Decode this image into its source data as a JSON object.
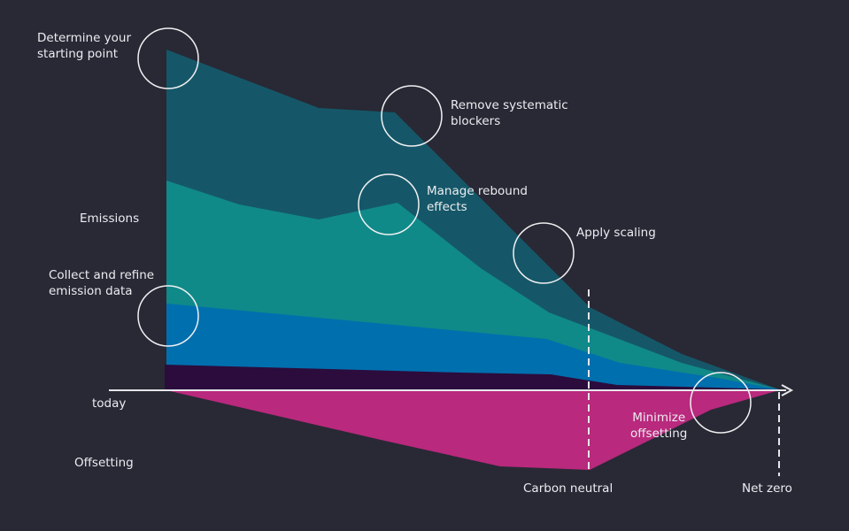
{
  "labels": {
    "start": "Determine your\nstarting point",
    "blockers": "Remove systematic\nblockers",
    "rebound": "Manage rebound\neffects",
    "scaling": "Apply scaling",
    "emissions": "Emissions",
    "collect": "Collect and refine\nemission data",
    "today": "today",
    "offsetting": "Offsetting",
    "minimize": "Minimize\noffsetting",
    "carbon_neutral": "Carbon neutral",
    "net_zero": "Net zero"
  },
  "colors": {
    "background": "#282935",
    "layer_top": "#155768",
    "layer_teal": "#108989",
    "layer_blue": "#006fae",
    "layer_purple": "#2b0c3d",
    "offset": "#b9297d",
    "line": "#e6e6ea"
  }
}
